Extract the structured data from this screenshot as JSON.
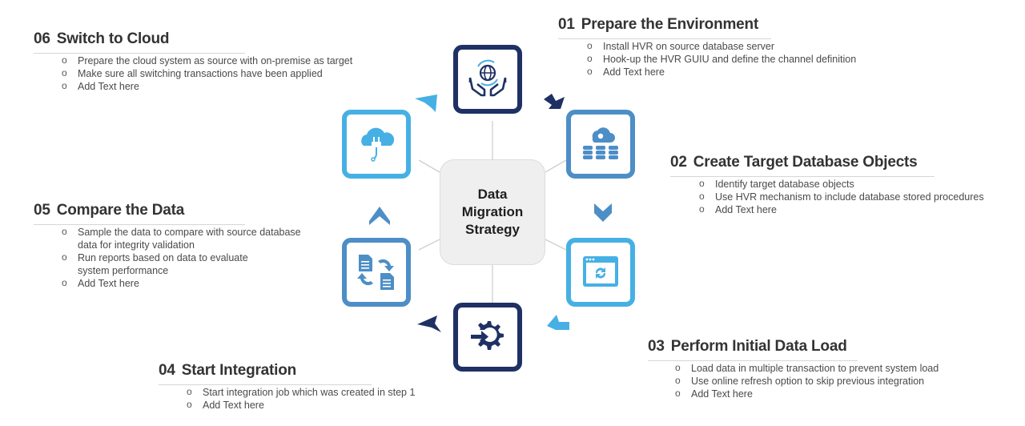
{
  "center": {
    "label": "Data\nMigration\nStrategy"
  },
  "steps": [
    {
      "num": "01",
      "title": "Prepare the Environment",
      "icon": "globe-in-hands-icon",
      "bullets": [
        "Install HVR on source database server",
        "Hook-up the HVR GUIU and define the channel definition",
        "Add Text here"
      ]
    },
    {
      "num": "02",
      "title": "Create Target Database Objects",
      "icon": "database-cloud-icon",
      "bullets": [
        "Identify target database objects",
        "Use HVR mechanism to include database stored procedures",
        "Add Text here"
      ]
    },
    {
      "num": "03",
      "title": "Perform Initial Data Load",
      "icon": "browser-refresh-icon",
      "bullets": [
        "Load data in multiple transaction to prevent  system load",
        "Use online refresh option to skip previous  integration",
        "Add Text here"
      ]
    },
    {
      "num": "04",
      "title": "Start Integration",
      "icon": "gear-arrow-icon",
      "bullets": [
        "Start integration job which was created in step 1",
        "Add Text here"
      ]
    },
    {
      "num": "05",
      "title": "Compare the Data",
      "icon": "file-swap-icon",
      "bullets": [
        "Sample the data to compare with source database\n   data for integrity validation",
        "Run reports based on data to evaluate\n  system performance",
        "Add Text here"
      ]
    },
    {
      "num": "06",
      "title": "Switch to Cloud",
      "icon": "cloud-plug-icon",
      "bullets": [
        "Prepare  the cloud system as source with on-premise  as target",
        "Make sure all switching transactions have  been applied",
        "Add Text here"
      ]
    }
  ],
  "colors": {
    "navy": "#1f3164",
    "mid_blue": "#4d8ec6",
    "light_blue": "#46b0e4",
    "center_fill": "#efefef"
  }
}
